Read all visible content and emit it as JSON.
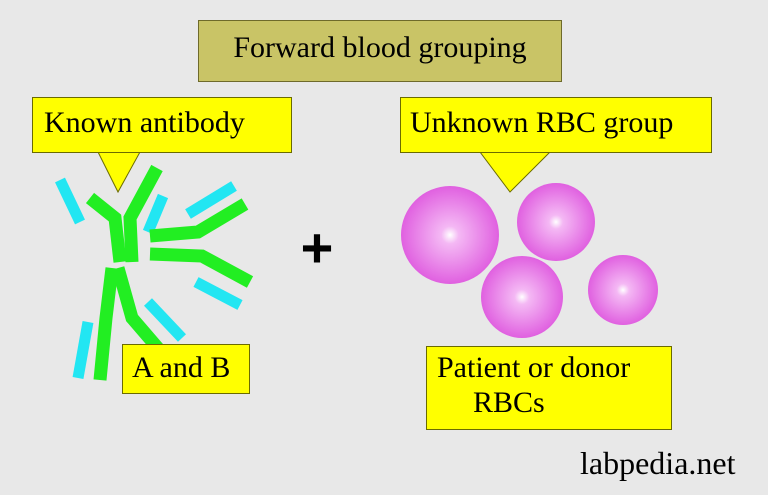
{
  "title": "Forward blood grouping",
  "known_antibody": {
    "label": "Known antibody",
    "specificity": "A and B",
    "colors": {
      "heavy_chain": "#22ee22",
      "light_chain": "#22e6f2"
    }
  },
  "operator": "+",
  "unknown_rbc": {
    "label": "Unknown RBC group",
    "cells_label_line1": "Patient or donor",
    "cells_label_line2": "RBCs",
    "cell_color": "#e060e0",
    "cell_highlight": "#ffffff"
  },
  "credit": "labpedia.net",
  "colors": {
    "title_box": "#c9c466",
    "callout": "#ffff00",
    "background": "#e8e8e8"
  }
}
